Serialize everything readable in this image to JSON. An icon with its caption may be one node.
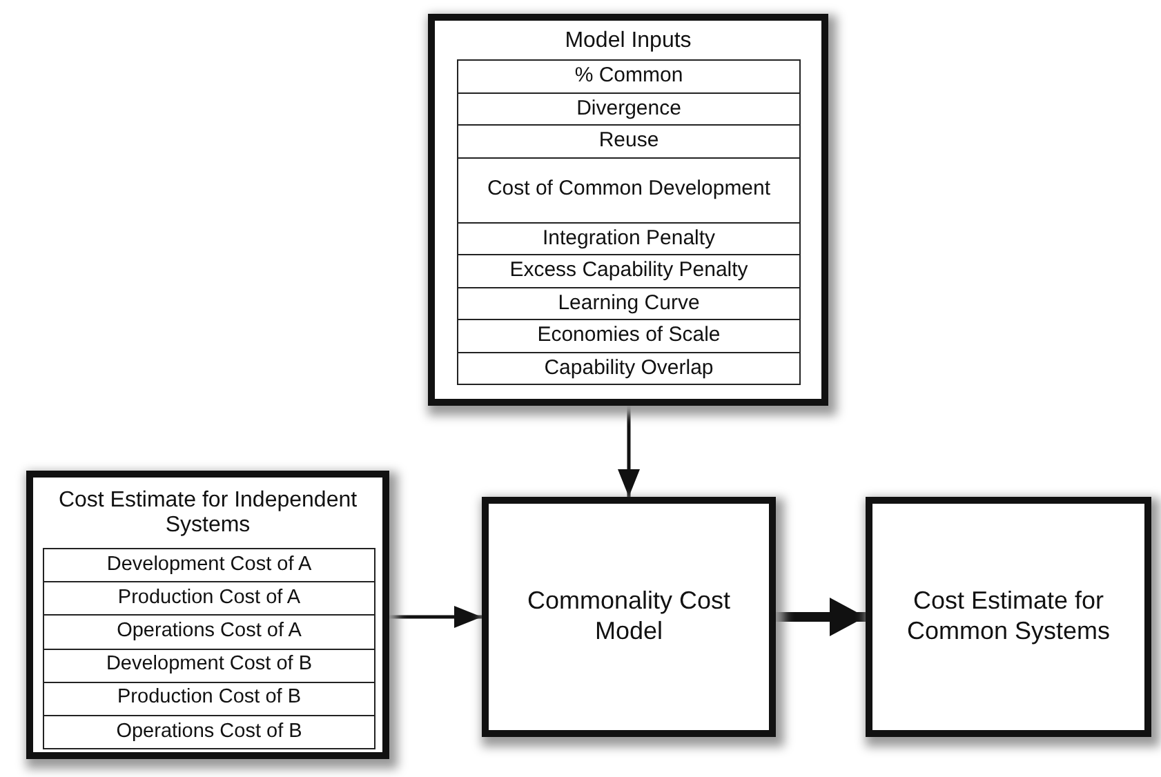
{
  "diagram": {
    "nodes": [
      {
        "text": [
          "Model Inputs"
        ]
      },
      {
        "text": [
          "% Common"
        ],
        "in": 0
      },
      {
        "text": [
          "Divergence"
        ],
        "in": 0
      },
      {
        "text": [
          "Reuse"
        ],
        "in": 0
      },
      {
        "text": [
          "Cost of Common Development"
        ],
        "in": 0
      },
      {
        "text": [
          "Integration Penalty"
        ],
        "in": 0
      },
      {
        "text": [
          "Excess Capability Penalty"
        ],
        "in": 0
      },
      {
        "text": [
          "Learning Curve"
        ],
        "in": 0
      },
      {
        "text": [
          "Economies of Scale"
        ],
        "in": 0
      },
      {
        "text": [
          "Capability Overlap"
        ],
        "in": 0
      },
      {
        "text": [
          "Cost Estimate for Independent Systems"
        ]
      },
      {
        "text": [
          "Development Cost of A"
        ],
        "in": 10
      },
      {
        "text": [
          "Production Cost of A"
        ],
        "in": 10
      },
      {
        "text": [
          "Operations Cost of A"
        ],
        "in": 10
      },
      {
        "text": [
          "Development Cost of B"
        ],
        "in": 10
      },
      {
        "text": [
          "Production Cost of B"
        ],
        "in": 10
      },
      {
        "text": [
          "Operations Cost of B"
        ],
        "in": 10
      },
      {
        "text": [
          "Commonality Cost Model"
        ]
      },
      {
        "text": [
          "Cost Estimate for Common Systems"
        ]
      }
    ],
    "edges": [
      {
        "from": 0,
        "to": 17,
        "arrow": "to"
      },
      {
        "from": 10,
        "to": 17,
        "arrow": "to"
      },
      {
        "from": 17,
        "to": 18,
        "arrow": "to",
        "style": "thick"
      }
    ]
  }
}
